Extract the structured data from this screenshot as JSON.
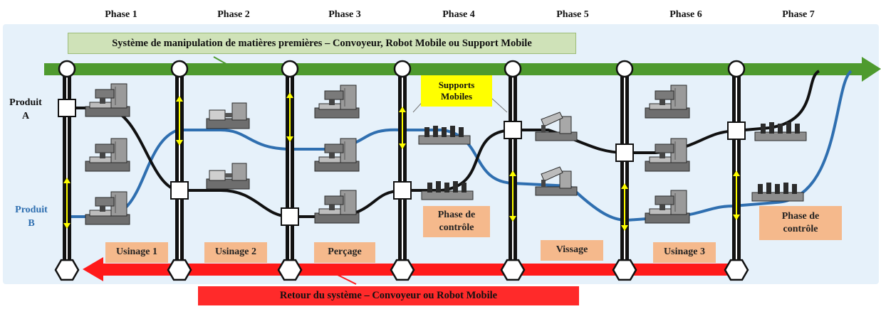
{
  "phases": [
    "Phase 1",
    "Phase 2",
    "Phase 3",
    "Phase 4",
    "Phase 5",
    "Phase 6",
    "Phase 7"
  ],
  "top_banner": "Système de manipulation de matières premières – Convoyeur, Robot Mobile ou Support Mobile",
  "bottom_banner": "Retour du système – Convoyeur ou Robot Mobile",
  "product_a": {
    "line1": "Produit",
    "line2": "A"
  },
  "product_b": {
    "line1": "Produit",
    "line2": "B"
  },
  "supports_label": {
    "line1": "Supports",
    "line2": "Mobiles"
  },
  "operations": {
    "usinage1": "Usinage 1",
    "usinage2": "Usinage 2",
    "percage": "Perçage",
    "controle1_l1": "Phase de",
    "controle1_l2": "contrôle",
    "vissage": "Vissage",
    "usinage3": "Usinage 3",
    "controle2_l1": "Phase de",
    "controle2_l2": "contrôle"
  },
  "colors": {
    "background_panel": "#e6f1fa",
    "forward_arrow": "#4e9a2e",
    "return_arrow": "#ff1a1a",
    "route_a": "#111111",
    "route_b": "#2f6fb0",
    "label_orange": "#f5b98c",
    "label_yellow": "#ffff00"
  }
}
